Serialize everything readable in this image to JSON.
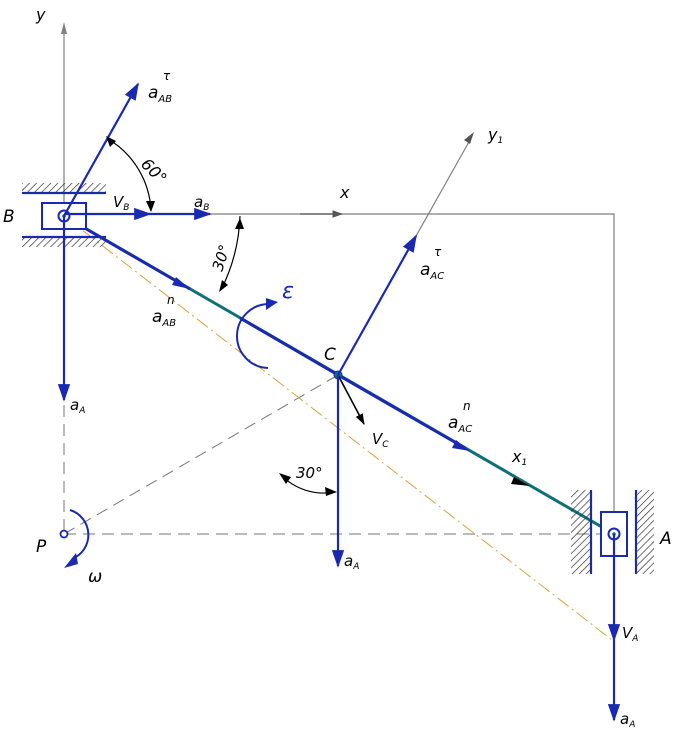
{
  "labels": {
    "y": "y",
    "x": "x",
    "y1": "y",
    "y1_sub": "1",
    "x1": "x",
    "x1_sub": "1",
    "B": "B",
    "A": "A",
    "C": "C",
    "P": "P",
    "VB": "V",
    "VB_sub": "B",
    "aB": "a",
    "aB_sub": "B",
    "aABtau": "a",
    "aABtau_sub": "AB",
    "aABtau_sup": "τ",
    "aABn": "a",
    "aABn_sub": "AB",
    "aABn_sup": "n",
    "aACtau": "a",
    "aACtau_sub": "AC",
    "aACtau_sup": "τ",
    "aACn": "a",
    "aACn_sub": "AC",
    "aACn_sup": "n",
    "VC": "V",
    "VC_sub": "C",
    "VA": "V",
    "VA_sub": "A",
    "aA_B": "a",
    "aA_B_sub": "A",
    "aA_C": "a",
    "aA_C_sub": "A",
    "aA_A": "a",
    "aA_A_sub": "A",
    "eps": "ε",
    "omega": "ω",
    "ang60": "60°",
    "ang30a": "30°",
    "ang30b": "30°"
  },
  "colors": {
    "axis": "#7f7f7f",
    "vector": "#1a2ab0",
    "rod": "#0f6f78",
    "dash": "#777777",
    "orange": "#e0a040",
    "black": "#000000"
  }
}
